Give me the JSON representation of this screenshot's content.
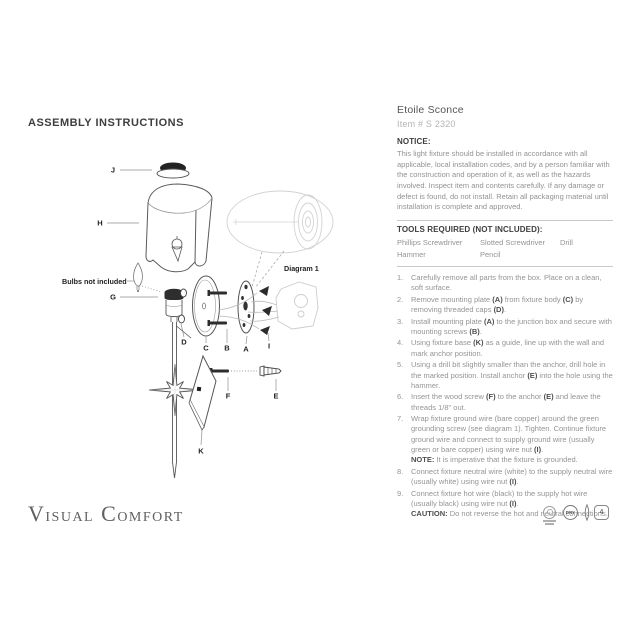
{
  "heading": "ASSEMBLY INSTRUCTIONS",
  "product": {
    "name": "Etoile Sconce",
    "item": "Item # S 2320"
  },
  "notice": {
    "label": "NOTICE:",
    "text": "This light fixture should be installed in accordance with all applicable, local installation codes, and by a person familiar with the construction and operation of it, as well as the hazards involved. Inspect item and contents carefully. If any damage or defect is found, do not install. Retain all packaging material until installation is complete and approved."
  },
  "tools": {
    "label": "TOOLS REQUIRED (NOT INCLUDED):",
    "rows": [
      [
        "Phillips Screwdriver",
        "Slotted Screwdriver",
        "Drill"
      ],
      [
        "Hammer",
        "Pencil",
        ""
      ]
    ]
  },
  "steps": [
    {
      "num": "1.",
      "text": "Carefully remove all parts from the box. Place on a clean, soft surface."
    },
    {
      "num": "2.",
      "text": "Remove mounting plate **(A)** from fixture body **(C)** by removing threaded caps **(D)**."
    },
    {
      "num": "3.",
      "text": "Install mounting plate **(A)** to the junction box and secure with mounting screws **(B)**."
    },
    {
      "num": "4.",
      "text": "Using fixture base **(K)** as a guide, line up with the wall and mark anchor position."
    },
    {
      "num": "5.",
      "text": "Using a drill bit slightly smaller than the anchor, drill hole in the marked position. Install anchor **(E)** into the hole using the hammer."
    },
    {
      "num": "6.",
      "text": "Insert the wood screw **(F)** to the anchor **(E)** and leave the threads 1/8\" out."
    },
    {
      "num": "7.",
      "text": "Wrap fixture ground wire (bare copper) around the green grounding screw (see diagram 1). Tighten. Continue fixture ground wire and connect to supply ground wire (usually green or bare copper) using wire nut **(I)**.\n**NOTE:** It is imperative that the fixture is grounded."
    },
    {
      "num": "8.",
      "text": "Connect fixture neutral wire (white) to the supply neutral wire (usually white) using wire nut **(I)**."
    },
    {
      "num": "9.",
      "text": "Connect fixture hot wire (black) to the supply hot wire (usually black) using wire nut **(I)**.\n**CAUTION:** Do not reverse the hot and neutral connections."
    }
  ],
  "diagram": {
    "bulbs_note": "Bulbs not included",
    "diagram1_label": "Diagram 1",
    "labels": {
      "J": "J",
      "H": "H",
      "G": "G",
      "D": "D",
      "C": "C",
      "B": "B",
      "A": "A",
      "I": "I",
      "F": "F",
      "E": "E",
      "K": "K"
    }
  },
  "footer": {
    "logo": {
      "word1_initial": "V",
      "word1_rest": "ISUAL",
      "word2_initial": "C",
      "word2_rest": "OMFORT"
    },
    "badges": {
      "dry": "DRY",
      "page": "4"
    }
  },
  "colors": {
    "ink": "#3e3e40",
    "body_gray": "#929292",
    "light_gray": "#b4b4b6",
    "line_gray": "#c9c9c9",
    "diagram_line": "#555555"
  }
}
